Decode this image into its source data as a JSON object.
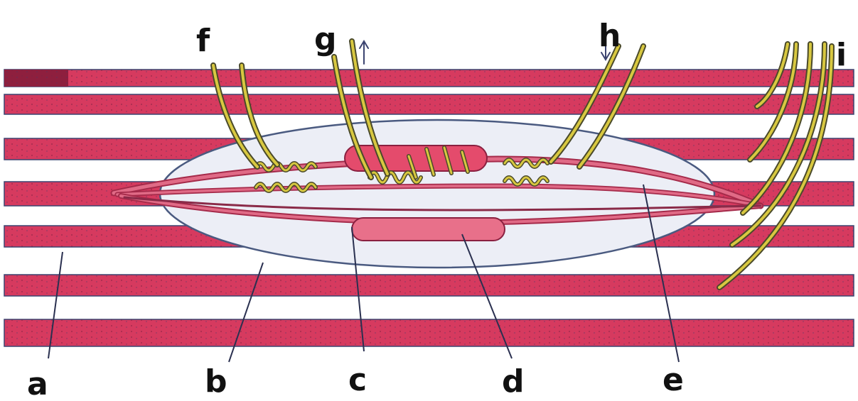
{
  "labels": {
    "a": "a",
    "b": "b",
    "c": "c",
    "d": "d",
    "e": "e",
    "f": "f",
    "g": "g",
    "h": "h",
    "i": "i"
  },
  "colors": {
    "muscle_fiber": "#d63a5f",
    "muscle_fiber_dark": "#a52a4a",
    "fiber_outline": "#3c4470",
    "capsule_fill": "#eceef6",
    "capsule_outline": "#4a5a80",
    "intrafusal_fill": "#e06a86",
    "nerve_fiber": "#d8c840",
    "nerve_outline": "#4a4a2a",
    "label_text": "#111111"
  }
}
